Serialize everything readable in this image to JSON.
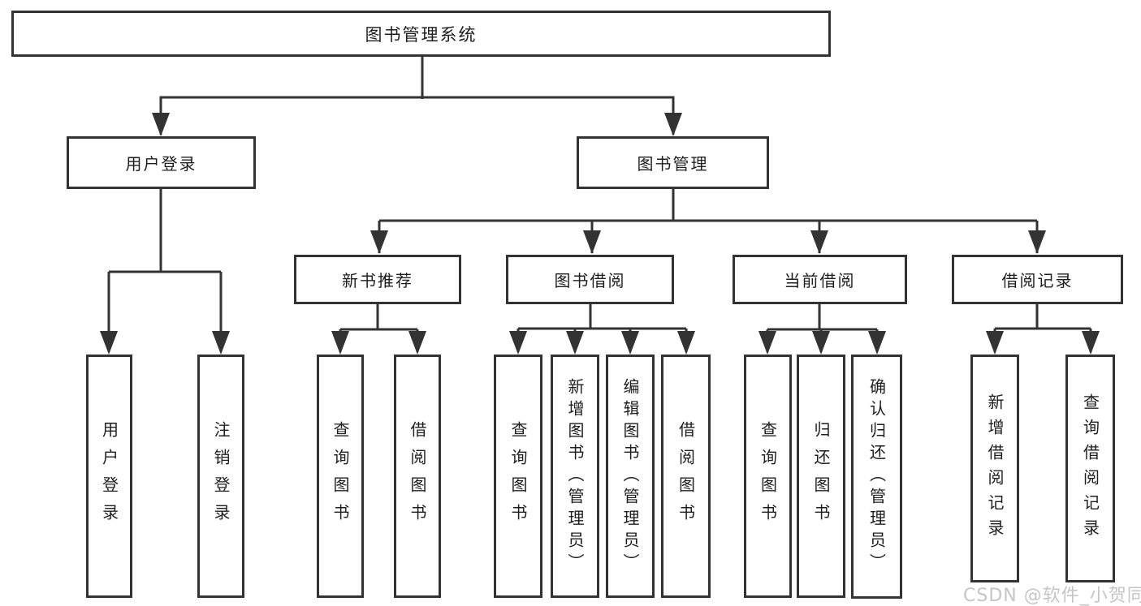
{
  "diagram": {
    "title": "图书管理系统",
    "user_login": {
      "label": "用户登录",
      "children": [
        "用户登录",
        "注销登录"
      ]
    },
    "book_management": {
      "label": "图书管理",
      "sections": [
        {
          "label": "新书推荐",
          "children": [
            "查询图书",
            "借阅图书"
          ]
        },
        {
          "label": "图书借阅",
          "children": [
            "查询图书",
            "新增图书（管理员）",
            "编辑图书（管理员）",
            "借阅图书"
          ]
        },
        {
          "label": "当前借阅",
          "children": [
            "查询图书",
            "归还图书",
            "确认归还（管理员）"
          ]
        },
        {
          "label": "借阅记录",
          "children": [
            "新增借阅记录",
            "查询借阅记录"
          ]
        }
      ]
    },
    "line_color": "#333333",
    "text_color": "#1e1e1e",
    "background_color": "#ffffff"
  },
  "watermark": {
    "text": "CSDN @软件_小贺同学",
    "color": "#c5c5c5"
  }
}
